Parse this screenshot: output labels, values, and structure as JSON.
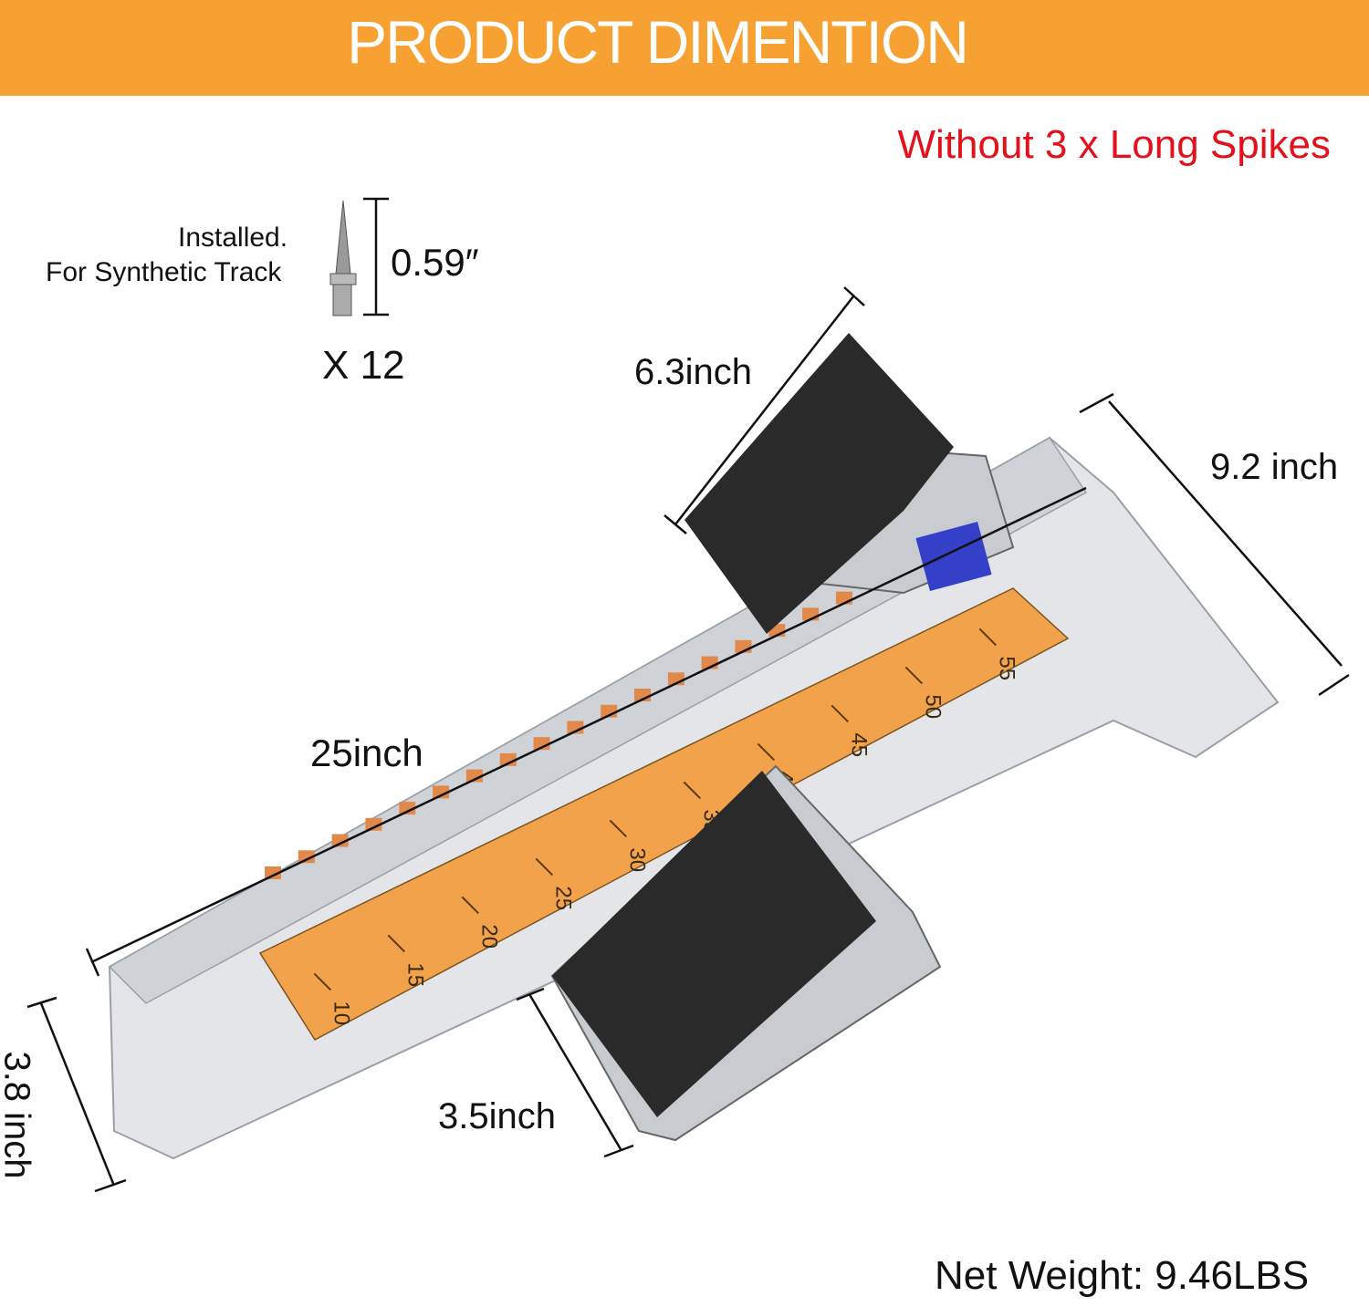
{
  "header": {
    "title": "PRODUCT DIMENTION"
  },
  "note": "Without 3 x Long Spikes",
  "spike": {
    "line1": "Installed.",
    "line2": "For Synthetic Track",
    "height": "0.59″",
    "quantity": "X 12"
  },
  "dimensions": {
    "pedal_length": "6.3inch",
    "width": "9.2 inch",
    "length": "25inch",
    "pedal_height": "3.5inch",
    "height": "3.8 inch"
  },
  "ruler_ticks": [
    "10",
    "15",
    "20",
    "25",
    "30",
    "35",
    "40",
    "45",
    "50",
    "55"
  ],
  "weight": "Net Weight: 9.46LBS",
  "colors": {
    "banner": "#f7a133",
    "note": "#e3111b",
    "ruler": "#f2a24a",
    "pedal": "#2a2a2a",
    "rail": "#d9dcdf"
  }
}
